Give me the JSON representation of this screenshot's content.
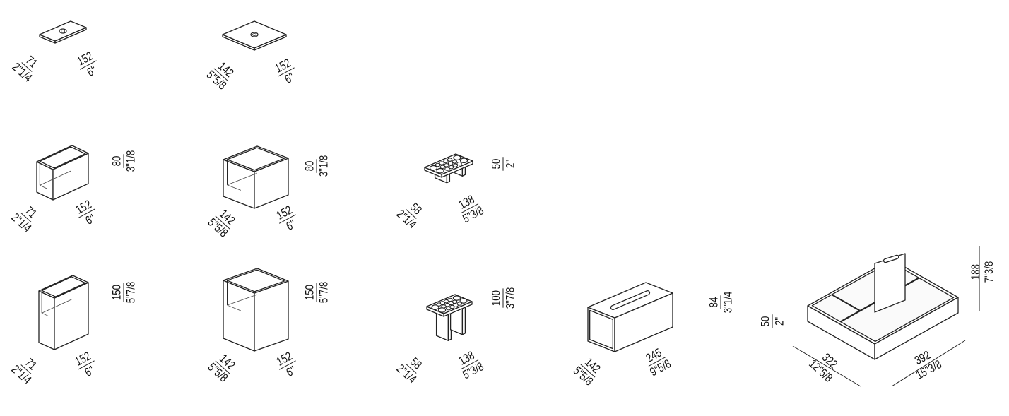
{
  "products": [
    {
      "name": "flat-tray-small",
      "depth": {
        "mm": "71",
        "in": "2\"1/4"
      },
      "width": {
        "mm": "152",
        "in": "6\""
      }
    },
    {
      "name": "flat-tray-large",
      "depth": {
        "mm": "142",
        "in": "5\"5/8"
      },
      "width": {
        "mm": "152",
        "in": "6\""
      }
    },
    {
      "name": "box-low-narrow",
      "depth": {
        "mm": "71",
        "in": "2\"1/4"
      },
      "width": {
        "mm": "152",
        "in": "6\""
      },
      "height": {
        "mm": "80",
        "in": "3\"1/8"
      }
    },
    {
      "name": "box-low-wide",
      "depth": {
        "mm": "142",
        "in": "5\"5/8"
      },
      "width": {
        "mm": "152",
        "in": "6\""
      },
      "height": {
        "mm": "80",
        "in": "3\"1/8"
      }
    },
    {
      "name": "holder-stand-low",
      "depth": {
        "mm": "58",
        "in": "2\"1/4"
      },
      "width": {
        "mm": "138",
        "in": "5\"3/8"
      },
      "height": {
        "mm": "50",
        "in": "2\""
      }
    },
    {
      "name": "box-tall-narrow",
      "depth": {
        "mm": "71",
        "in": "2\"1/4"
      },
      "width": {
        "mm": "152",
        "in": "6\""
      },
      "height": {
        "mm": "150",
        "in": "5\"7/8"
      }
    },
    {
      "name": "box-tall-wide",
      "depth": {
        "mm": "142",
        "in": "5\"5/8"
      },
      "width": {
        "mm": "152",
        "in": "6\""
      },
      "height": {
        "mm": "150",
        "in": "5\"7/8"
      }
    },
    {
      "name": "holder-stand-tall",
      "depth": {
        "mm": "58",
        "in": "2\"1/4"
      },
      "width": {
        "mm": "138",
        "in": "5\"3/8"
      },
      "height": {
        "mm": "100",
        "in": "3\"7/8"
      }
    },
    {
      "name": "tissue-box",
      "depth": {
        "mm": "142",
        "in": "5\"5/8"
      },
      "width": {
        "mm": "245",
        "in": "9\"5/8"
      },
      "height": {
        "mm": "84",
        "in": "3\"1/4"
      }
    },
    {
      "name": "organizer-tray",
      "depth": {
        "mm": "322",
        "in": "12\"5/8"
      },
      "width": {
        "mm": "392",
        "in": "15\"3/8"
      },
      "height": {
        "mm": "50",
        "in": "2\""
      },
      "height_total": {
        "mm": "188",
        "in": "7\"3/8"
      }
    }
  ]
}
